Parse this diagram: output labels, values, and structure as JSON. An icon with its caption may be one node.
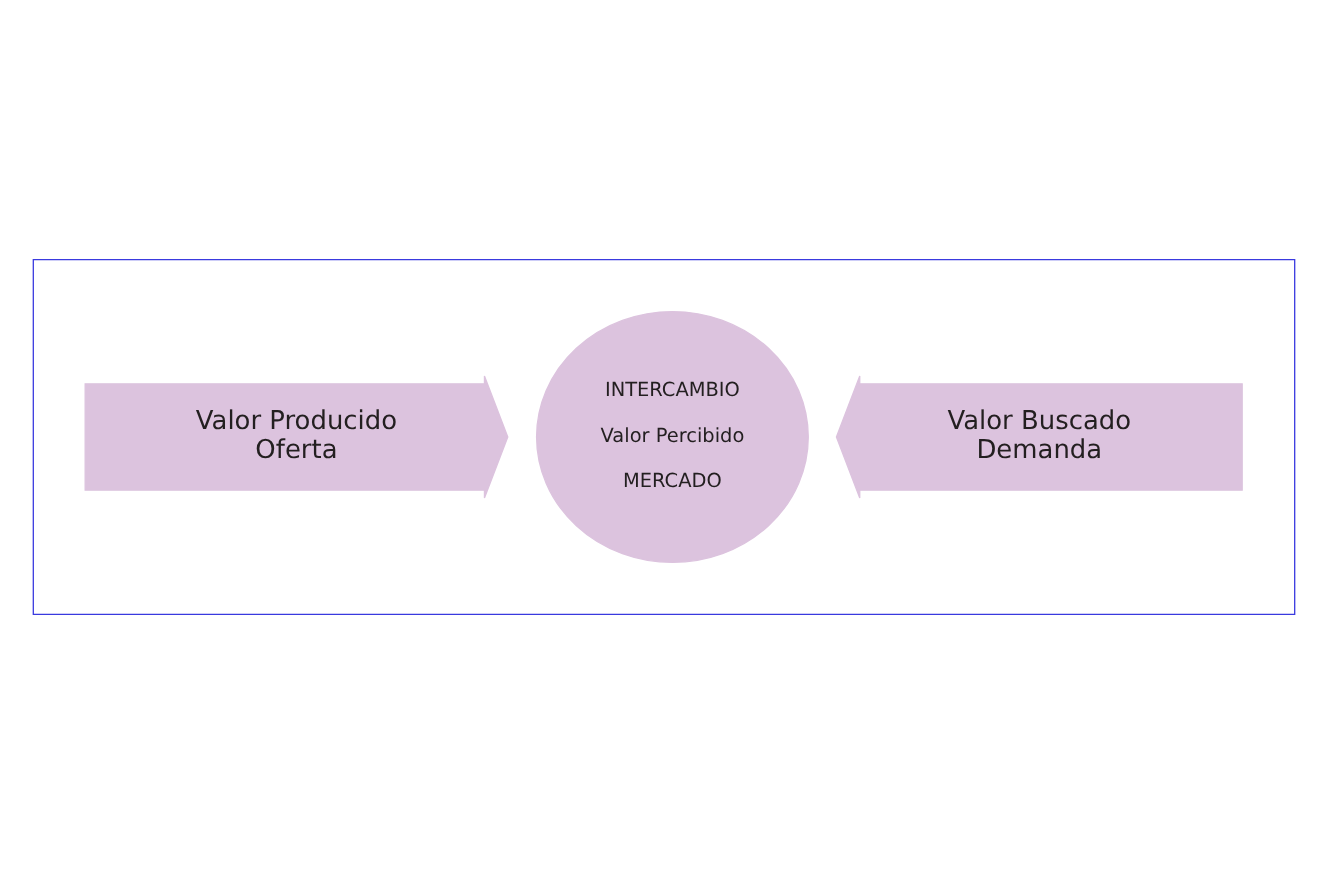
{
  "diagram": {
    "nodes": [
      {
        "text": [],
        "shape": "box"
      },
      {
        "text": [
          "Valor Producido Oferta"
        ],
        "in": 0
      },
      {
        "text": [
          "INTERCAMBIO",
          "Valor Percibido",
          "MERCADO"
        ],
        "in": 0
      },
      {
        "text": [
          "Valor Buscado Demanda"
        ],
        "in": 0
      }
    ]
  }
}
